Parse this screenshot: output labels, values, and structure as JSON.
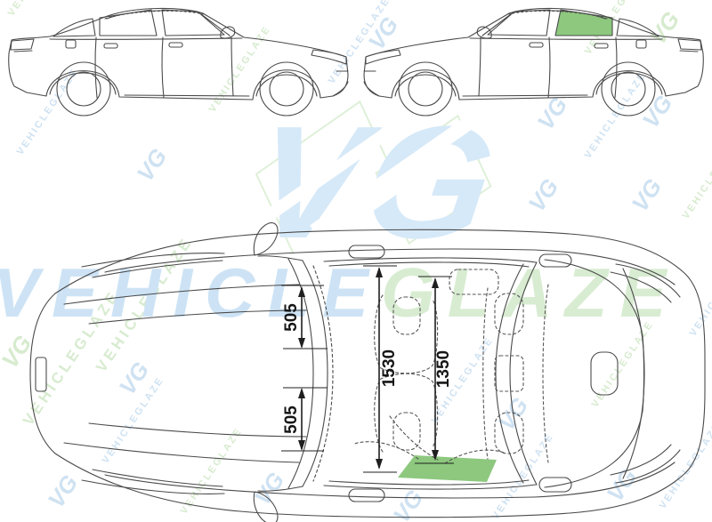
{
  "watermark": {
    "logo": "VG",
    "word_primary": "VEHICLE",
    "word_secondary": "GLAZE",
    "tile_text": "VEHICLEGLAZE",
    "color_blue": "#cde3f5",
    "color_green": "#d8ecd2"
  },
  "diagram": {
    "line_color": "#4a4a4a",
    "dimension_color": "#1f1f1f",
    "glass_color": "#8dc87e",
    "dimensions": {
      "labels": [
        "505",
        "1530",
        "1350",
        "505"
      ]
    }
  }
}
